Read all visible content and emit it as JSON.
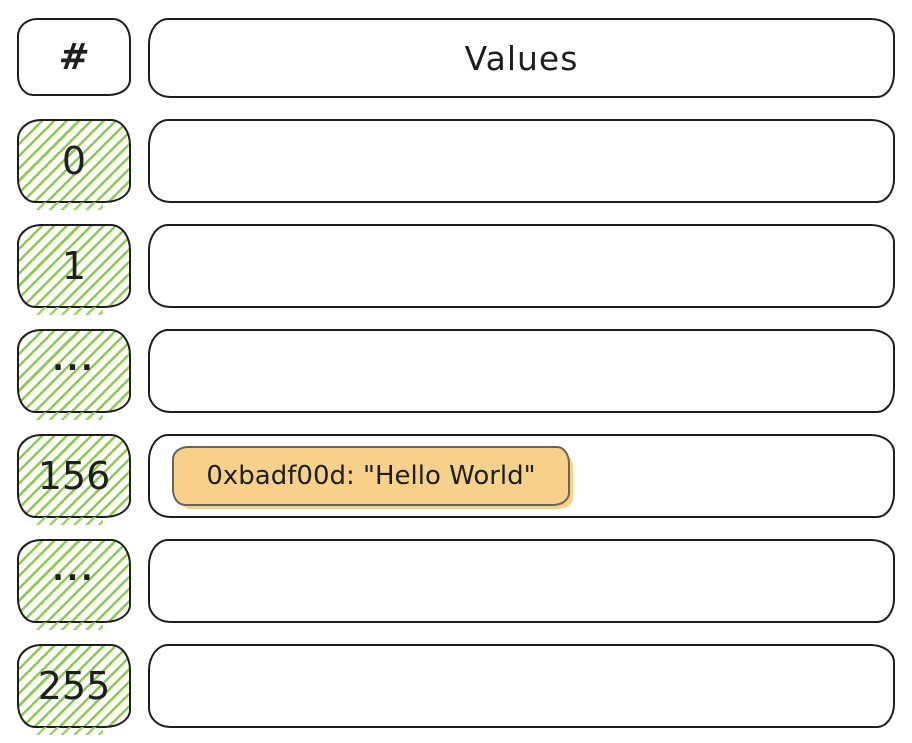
{
  "table": {
    "header": {
      "index_label": "#",
      "values_label": "Values"
    },
    "rows": [
      {
        "index": "0",
        "value": ""
      },
      {
        "index": "1",
        "value": ""
      },
      {
        "index": "...",
        "value": ""
      },
      {
        "index": "156",
        "value": "0xbadf00d: \"Hello World\""
      },
      {
        "index": "...",
        "value": ""
      },
      {
        "index": "255",
        "value": ""
      }
    ]
  },
  "colors": {
    "stroke": "#1e1e1e",
    "index_hatch_green": "#8ccb4e",
    "badge_fill": "#f7d189",
    "badge_border": "#6b6354",
    "badge_text": "#1e1e1e",
    "background": "#ffffff"
  }
}
